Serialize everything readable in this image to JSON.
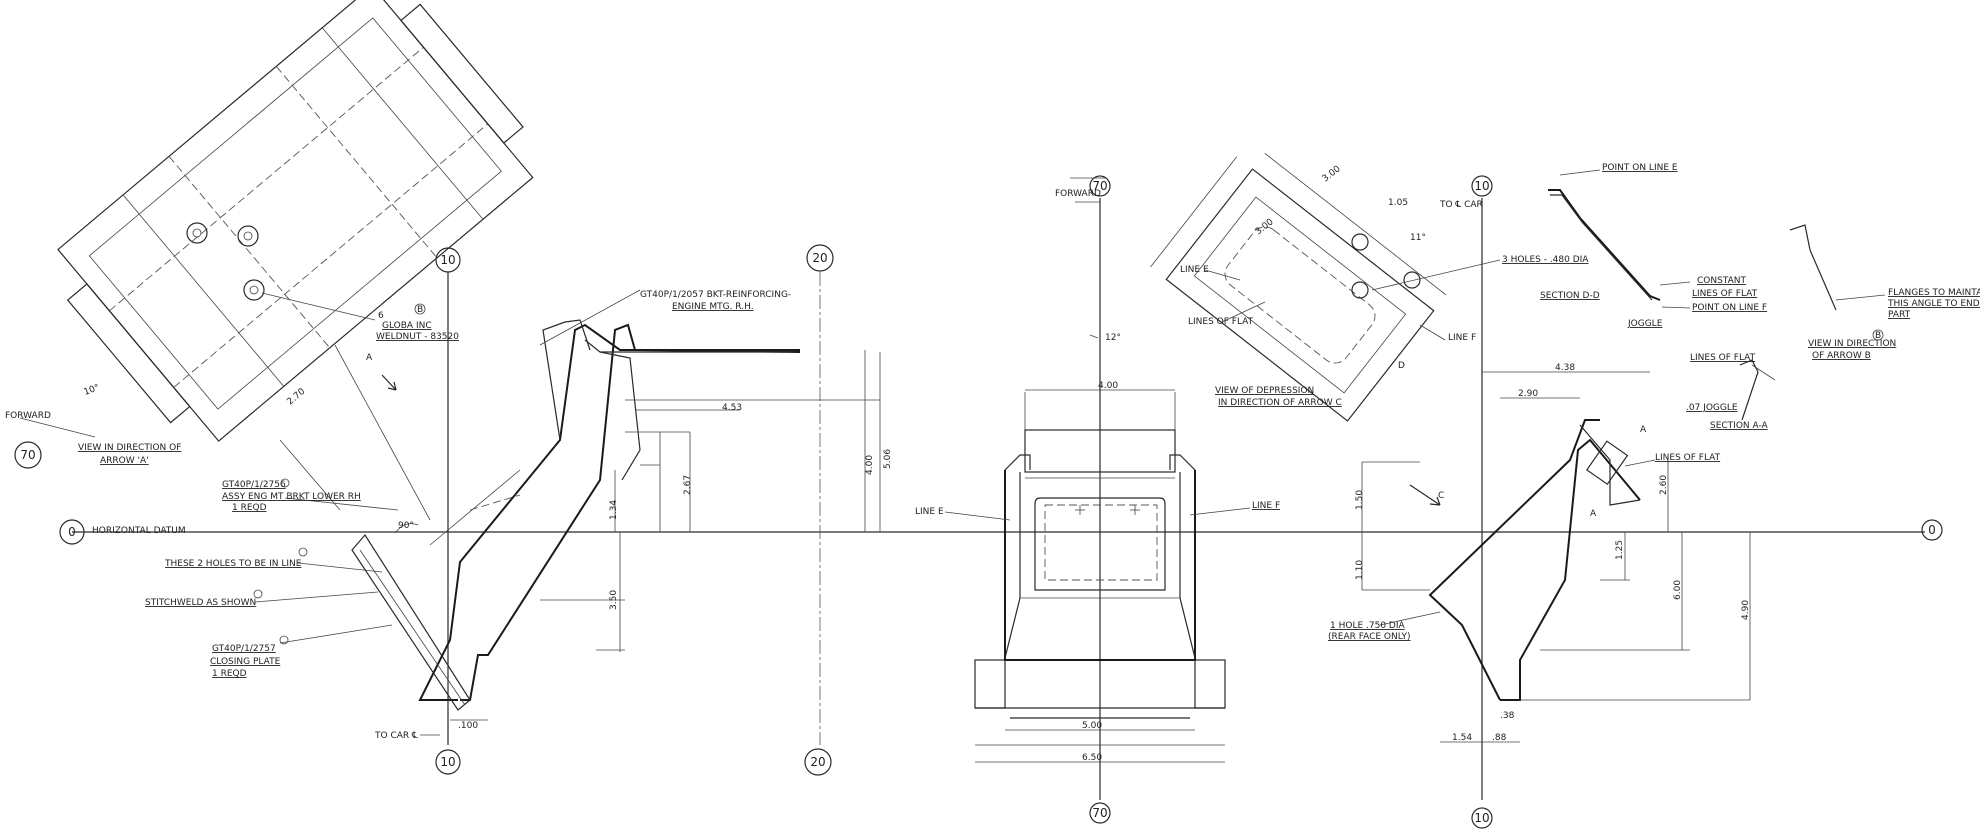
{
  "grid": {
    "bubble_70_left": "70",
    "bubble_0_left": "0",
    "bubble_10_top": "10",
    "bubble_10_bottom": "10",
    "bubble_20_top": "20",
    "bubble_20_bottom": "20",
    "bubble_70_mid_top": "70",
    "bubble_70_mid_bottom": "70",
    "bubble_10_right_top": "10",
    "bubble_10_right_bottom": "10",
    "bubble_0_right": "0"
  },
  "left_view": {
    "forward": "FORWARD",
    "view_title_1": "VIEW IN DIRECTION OF",
    "view_title_2": "ARROW 'A'",
    "arrow_a": "A",
    "dim_270": "2.70",
    "dim_10": "10°",
    "part_ref_b_1": "6",
    "part_ref_b_2": "GLOBA INC",
    "part_ref_b_3": "WELDNUT - 83520",
    "part_ref_b_tag": "B",
    "bkt_1": "GT40P/1/2057 BKT-REINFORCING-",
    "bkt_2": "ENGINE MTG. R.H.",
    "assy_1": "GT40P/1/2756",
    "assy_2": "ASSY ENG MT BRKT LOWER RH",
    "assy_3": "1 REQD",
    "holes_note": "THESE 2 HOLES TO BE IN LINE",
    "stitch_note": "STITCHWELD AS SHOWN",
    "closing_1": "GT40P/1/2757",
    "closing_2": "CLOSING PLATE",
    "closing_3": "1 REQD",
    "horizontal_datum": "HORIZONTAL DATUM",
    "angle_90": "90°",
    "dim_453": "4.53",
    "dim_267": "2.67",
    "dim_400": "4.00",
    "dim_506": "5.06",
    "dim_134": "1.34",
    "dim_350": "3.50",
    "dim_100": ".100",
    "to_car": "TO CAR ℄"
  },
  "mid_view": {
    "forward": "FORWARD",
    "dim_12": "12°",
    "dim_400": "4.00",
    "line_e": "LINE E",
    "line_f": "LINE F",
    "dim_500": "5.00",
    "dim_650": "6.50"
  },
  "right_view": {
    "dim_300": "3.00",
    "dim_105": "1.05",
    "dim_11": "11°",
    "to_cl": "TO ℄ CAR",
    "line_e": "LINE E",
    "lines_flat": "LINES OF FLAT",
    "holes": "3 HOLES - .480 DIA",
    "line_f": "LINE F",
    "dim_d": "D",
    "depression_1": "VIEW OF DEPRESSION",
    "depression_2": "IN DIRECTION OF ARROW C",
    "point_e": "POINT ON LINE E",
    "section_dd": "SECTION D-D",
    "constant": "CONSTANT",
    "lines_flat2": "LINES OF FLAT",
    "point_f": "POINT ON LINE F",
    "joggle": "JOGGLE",
    "flanges_1": "FLANGES TO MAINTAIN",
    "flanges_2": "THIS ANGLE TO END OF",
    "flanges_3": "PART",
    "view_b_1": "VIEW IN DIRECTION",
    "view_b_2": "OF ARROW B",
    "tag_b": "B",
    "dim_438": "4.38",
    "lines_flat3": "LINES OF FLAT",
    "joggle_07": ".07 JOGGLE",
    "section_aa": "SECTION A-A",
    "dim_290": "2.90",
    "arrow_c": "C",
    "dim_2_60": "2.60",
    "dim_125": "1.25",
    "dim_490": "4.90",
    "dim_600": "6.00",
    "dim_150": "1.50",
    "dim_110": "1.10",
    "rad_1": "1 HOLE .750 DIA",
    "rad_2": "(REAR FACE ONLY)",
    "dim_154": "1.54",
    "dim_88": ".88",
    "dim_38": ".38",
    "arrow_a": "A"
  }
}
